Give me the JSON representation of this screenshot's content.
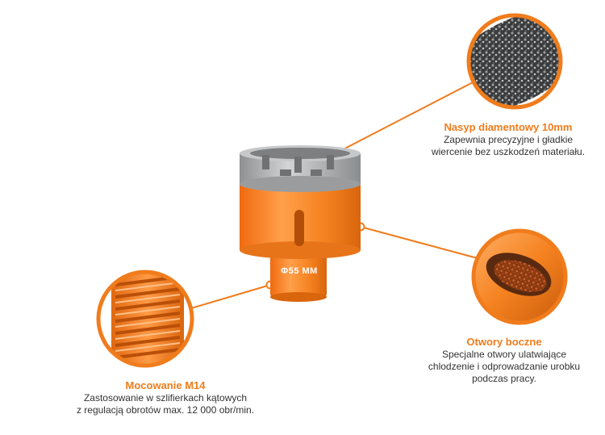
{
  "product": {
    "size_label": "Φ55 MM"
  },
  "callouts": [
    {
      "title": "Nasyp diamentowy 10mm",
      "desc_line1": "Zapewnia precyzyjne i gładkie",
      "desc_line2": "wiercenie bez uszkodzeń materiału."
    },
    {
      "title": "Otwory boczne",
      "desc_line1": "Specjalne otwory ulatwiające",
      "desc_line2": "chlodzenie i odprowadzanie urobku",
      "desc_line3": "podczas pracy."
    },
    {
      "title": "Mocowanie M14",
      "desc_line1": "Zastosowanie w szlifierkach kątowych",
      "desc_line2": "z regulacją obrotów max. 12 000 obr/min."
    }
  ],
  "colors": {
    "accent": "#f07c1c",
    "body_orange": "#f58220",
    "diamond_grey": "#a9aaab",
    "text": "#333333"
  }
}
